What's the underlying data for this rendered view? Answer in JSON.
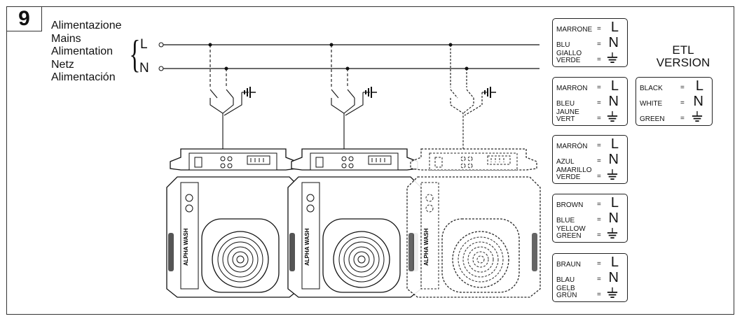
{
  "figure": {
    "number": "9"
  },
  "supply_labels": [
    "Alimentazione",
    "Mains",
    "Alimentation",
    "Netz",
    "Alimentación"
  ],
  "line_labels": {
    "live": "L",
    "neutral": "N"
  },
  "etl_title": [
    "ETL",
    "VERSION"
  ],
  "fixture_brand": "ALPHA WASH",
  "legends": {
    "italian": {
      "live": "MARRONE",
      "neutral": "BLU",
      "earth": [
        "GIALLO",
        "VERDE"
      ]
    },
    "french": {
      "live": "MARRON",
      "neutral": "BLEU",
      "earth": [
        "JAUNE",
        "VERT"
      ]
    },
    "spanish": {
      "live": "MARRÓN",
      "neutral": "AZUL",
      "earth": [
        "AMARILLO",
        "VERDE"
      ]
    },
    "english": {
      "live": "BROWN",
      "neutral": "BLUE",
      "earth": [
        "YELLOW",
        "GREEN"
      ]
    },
    "german": {
      "live": "BRAUN",
      "neutral": "BLAU",
      "earth": [
        "GELB",
        "GRÜN"
      ]
    },
    "etl": {
      "live": "BLACK",
      "neutral": "WHITE",
      "earth": [
        "GREEN"
      ]
    }
  },
  "symbols": {
    "equals": "=",
    "live": "L",
    "neutral": "N",
    "earth_icon": "ground-icon"
  }
}
